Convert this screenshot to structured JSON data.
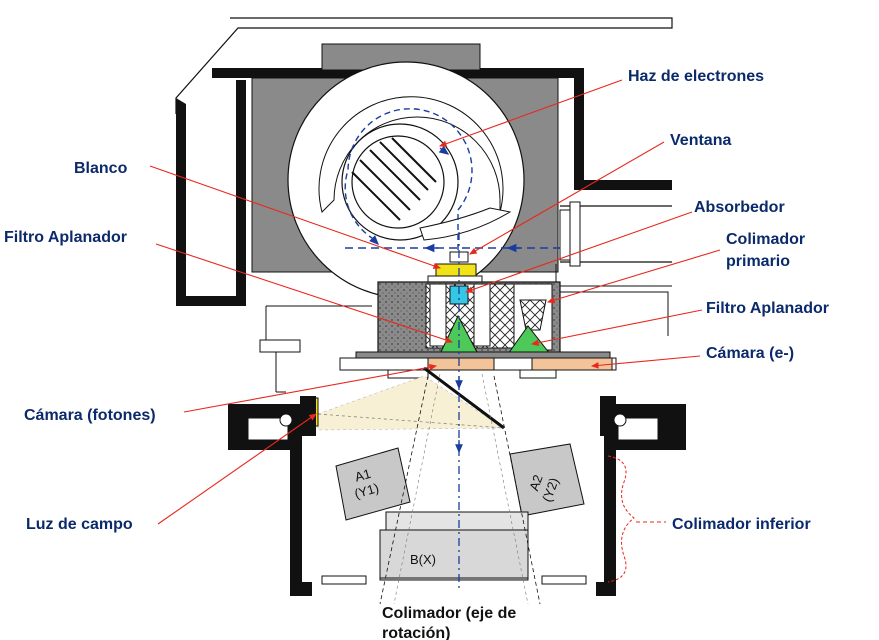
{
  "labels": {
    "haz": "Haz de electrones",
    "ventana": "Ventana",
    "blanco": "Blanco",
    "absorbedor": "Absorbedor",
    "filtro_izq": "Filtro Aplanador",
    "colimador_primario_1": "Colimador",
    "colimador_primario_2": "primario",
    "filtro_der": "Filtro Aplanador",
    "camara_e": "Cámara (e-)",
    "camara_fotones": "Cámara (fotones)",
    "luz_campo": "Luz de campo",
    "colimador_inferior": "Colimador inferior",
    "eje_1": "Colimador (eje de",
    "eje_2": "rotación)"
  },
  "jaws": {
    "a1_line1": "A1",
    "a1_line2": "(Y1)",
    "a2_line1": "A2",
    "a2_line2": "(Y2)",
    "b": "B(X)"
  },
  "colors": {
    "label_text": "#0b2a6b",
    "pointer": "#e8281e",
    "magnet": "#808080",
    "jaw": "#c8c8c8",
    "target": "#f2e318",
    "absorber": "#35c7e6",
    "flattening_filter": "#4dc95a",
    "chamber": "#f3c49a",
    "beam_axis": "#1a3d9e"
  }
}
